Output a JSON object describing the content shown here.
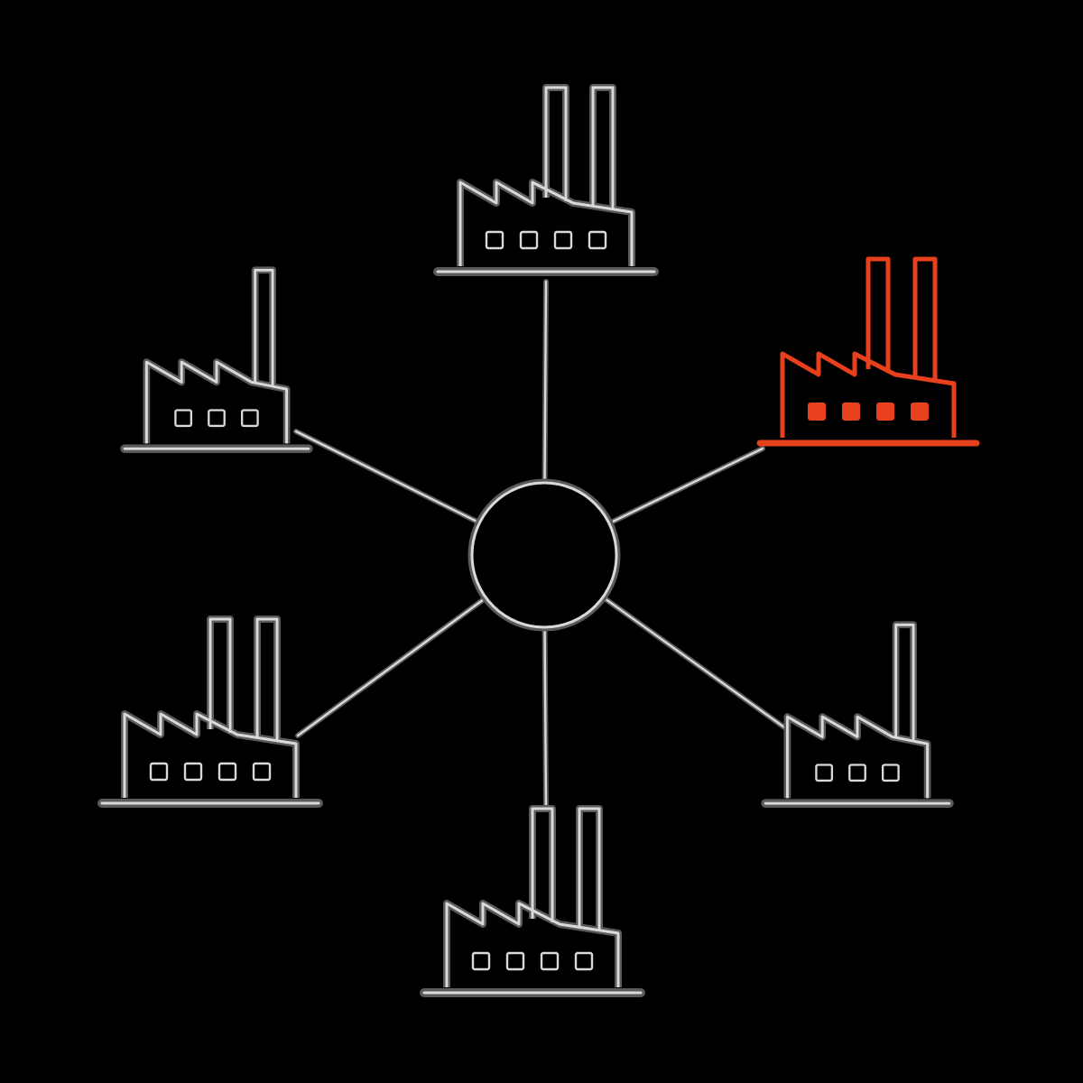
{
  "colors": {
    "background": "#000000",
    "outline": "#d9d9d9",
    "outline_shadow": "#5a5a5a",
    "highlight": "#e8401c"
  },
  "hub": {
    "icon": "circle-hub-icon"
  },
  "nodes": [
    {
      "id": "top",
      "icon": "factory-icon",
      "chimneys": 2,
      "windows": 4,
      "highlighted": false
    },
    {
      "id": "upper-right",
      "icon": "factory-icon",
      "chimneys": 2,
      "windows": 4,
      "highlighted": true
    },
    {
      "id": "lower-right",
      "icon": "factory-icon",
      "chimneys": 1,
      "windows": 3,
      "highlighted": false
    },
    {
      "id": "bottom",
      "icon": "factory-icon",
      "chimneys": 2,
      "windows": 4,
      "highlighted": false
    },
    {
      "id": "lower-left",
      "icon": "factory-icon",
      "chimneys": 2,
      "windows": 4,
      "highlighted": false
    },
    {
      "id": "upper-left",
      "icon": "factory-icon",
      "chimneys": 1,
      "windows": 3,
      "highlighted": false
    }
  ]
}
